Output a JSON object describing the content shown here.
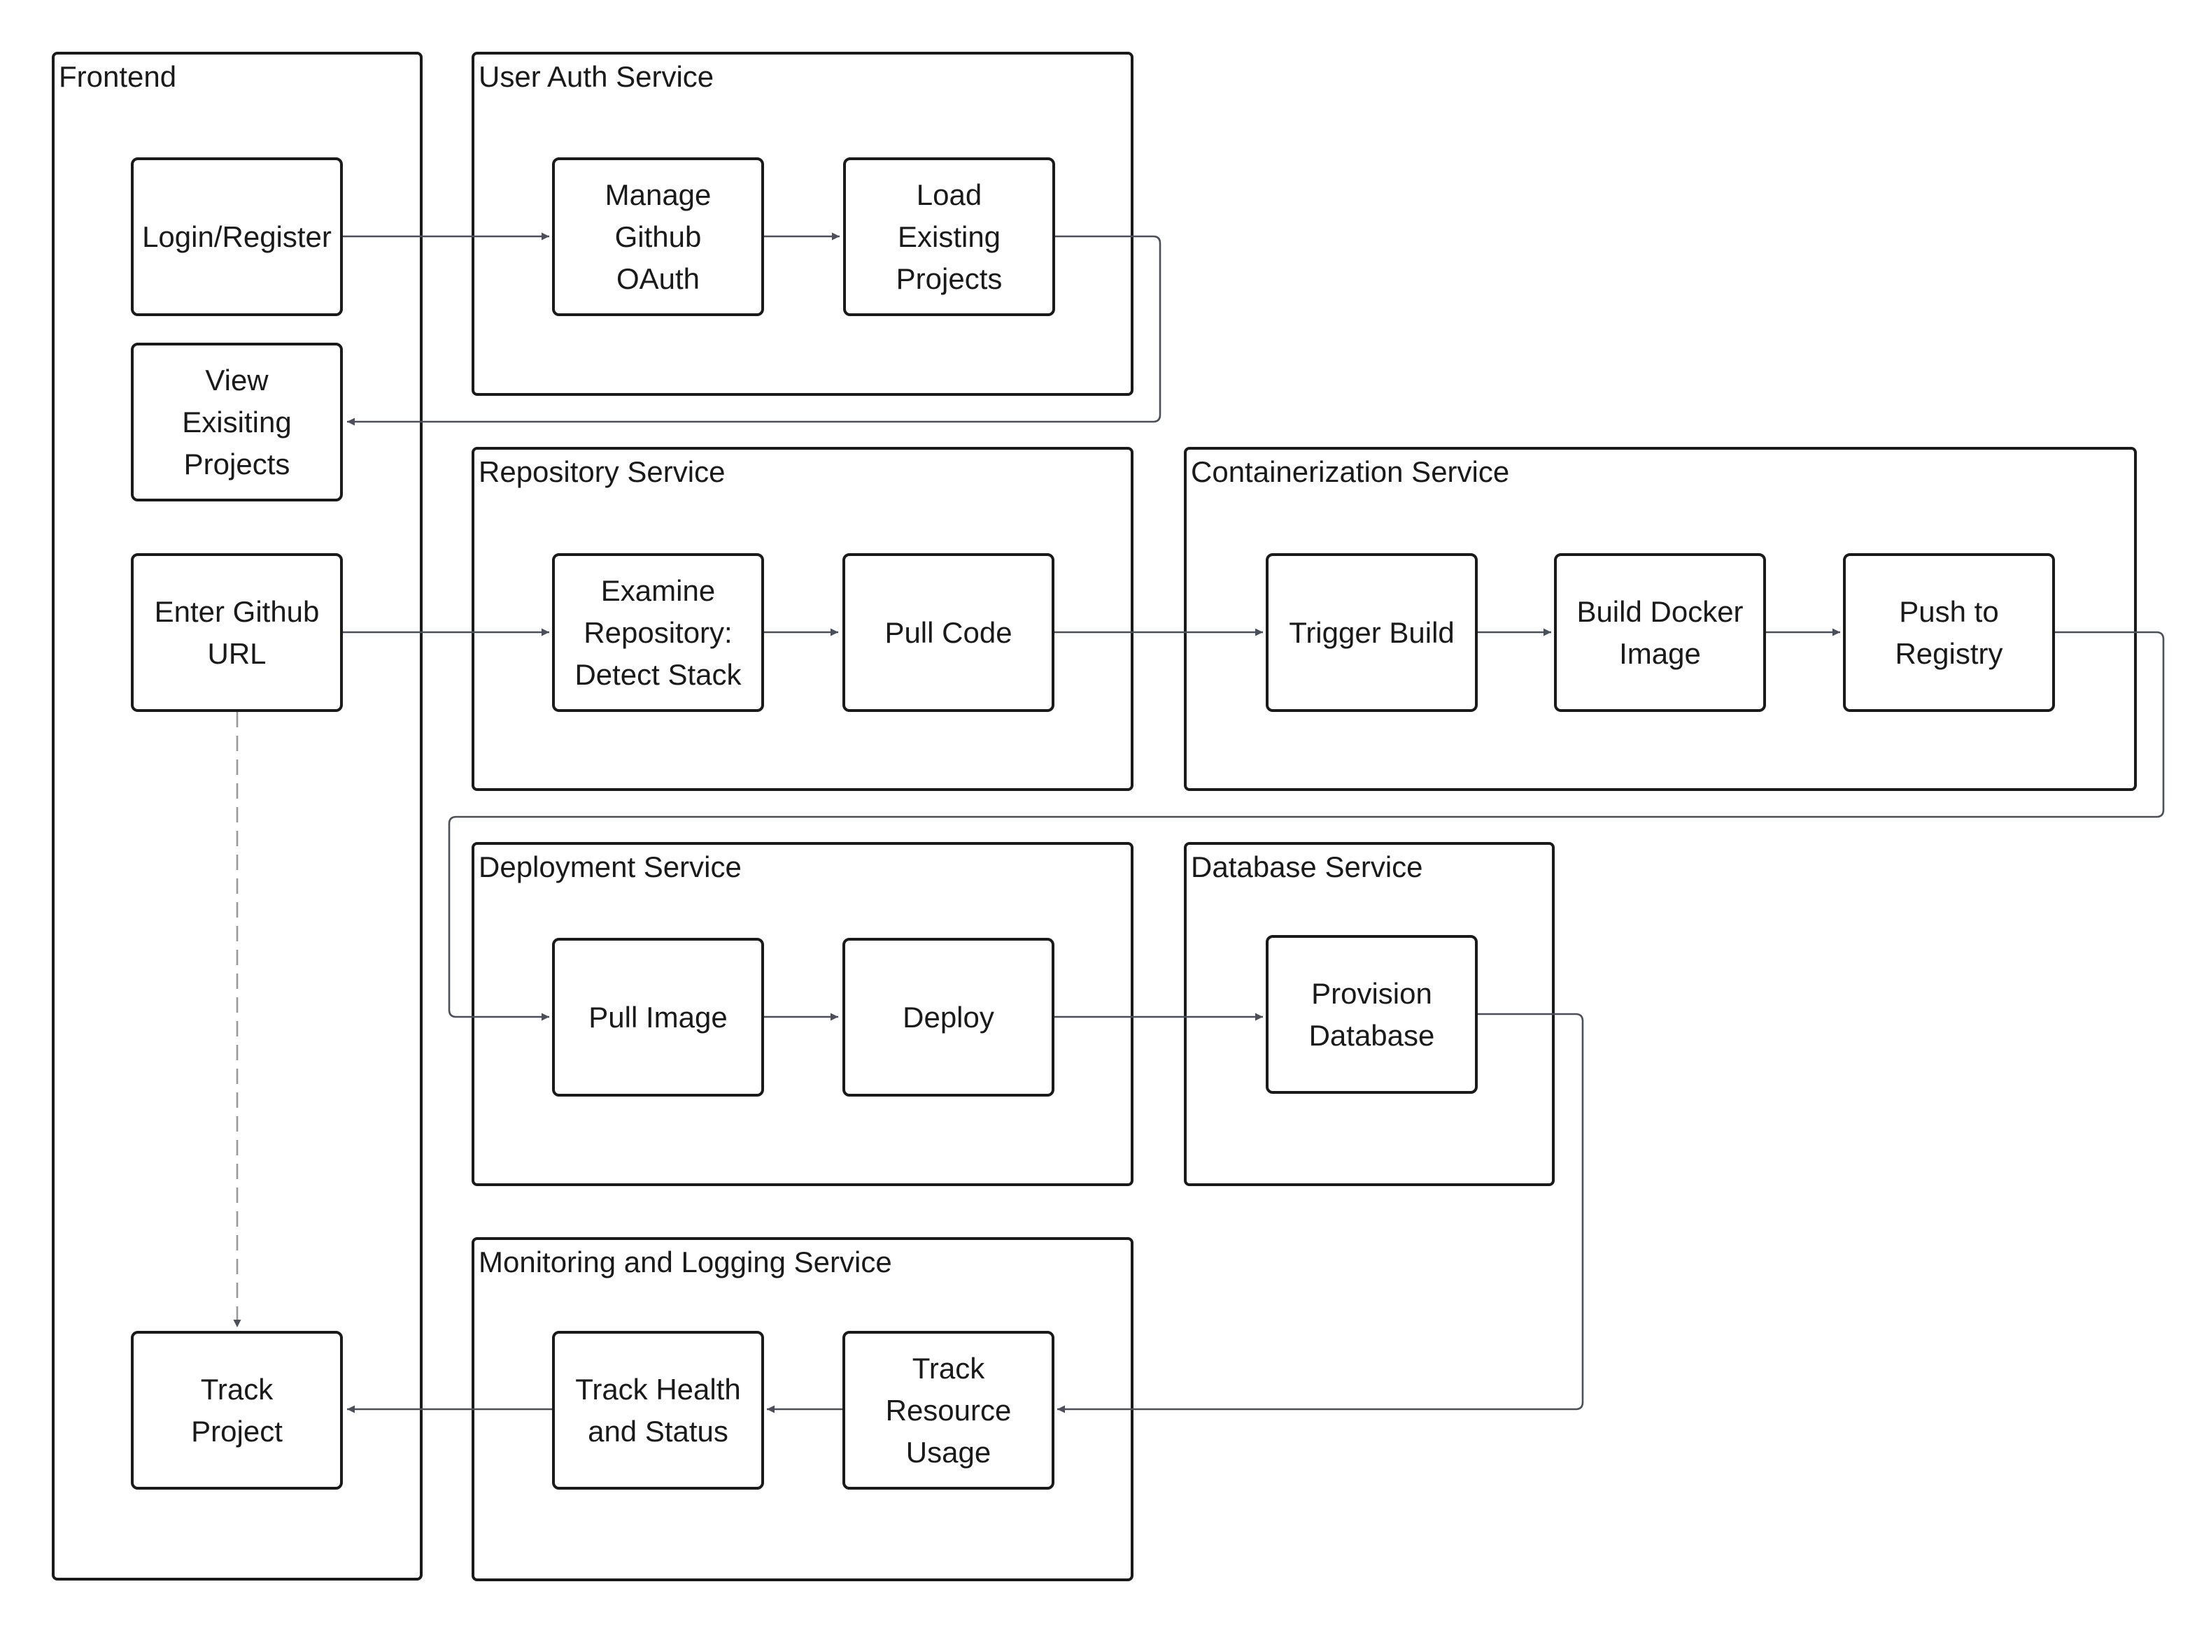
{
  "groups": {
    "frontend": "Frontend",
    "auth": "User Auth Service",
    "repo": "Repository Service",
    "container": "Containerization Service",
    "deploy": "Deployment Service",
    "database": "Database Service",
    "monitoring": "Monitoring and Logging Service"
  },
  "nodes": {
    "login": "Login/Register",
    "view_projects": "View\nExisiting\nProjects",
    "enter_url": "Enter Github\nURL",
    "track_project": "Track\nProject",
    "manage_oauth": "Manage\nGithub\nOAuth",
    "load_projects": "Load\nExisting\nProjects",
    "examine_repo": "Examine\nRepository:\nDetect Stack",
    "pull_code": "Pull Code",
    "trigger_build": "Trigger Build",
    "build_image": "Build Docker\nImage",
    "push_registry": "Push to\nRegistry",
    "pull_image": "Pull Image",
    "deploy": "Deploy",
    "provision_db": "Provision\nDatabase",
    "track_health": "Track Health\nand Status",
    "track_resource": "Track\nResource\nUsage"
  },
  "edges": [
    {
      "from": "login",
      "to": "manage_oauth",
      "style": "solid"
    },
    {
      "from": "manage_oauth",
      "to": "load_projects",
      "style": "solid"
    },
    {
      "from": "load_projects",
      "to": "view_projects",
      "style": "solid"
    },
    {
      "from": "enter_url",
      "to": "examine_repo",
      "style": "solid"
    },
    {
      "from": "examine_repo",
      "to": "pull_code",
      "style": "solid"
    },
    {
      "from": "pull_code",
      "to": "trigger_build",
      "style": "solid"
    },
    {
      "from": "trigger_build",
      "to": "build_image",
      "style": "solid"
    },
    {
      "from": "build_image",
      "to": "push_registry",
      "style": "solid"
    },
    {
      "from": "push_registry",
      "to": "pull_image",
      "style": "solid"
    },
    {
      "from": "pull_image",
      "to": "deploy",
      "style": "solid"
    },
    {
      "from": "deploy",
      "to": "provision_db",
      "style": "solid"
    },
    {
      "from": "provision_db",
      "to": "track_resource",
      "style": "solid"
    },
    {
      "from": "track_resource",
      "to": "track_health",
      "style": "solid"
    },
    {
      "from": "track_health",
      "to": "track_project",
      "style": "solid"
    },
    {
      "from": "enter_url",
      "to": "track_project",
      "style": "dashed"
    }
  ]
}
